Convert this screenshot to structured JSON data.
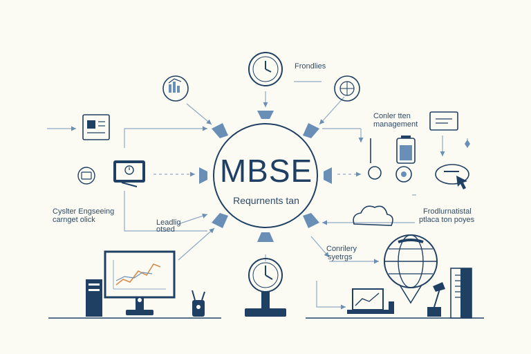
{
  "hub": {
    "title": "MBSE",
    "subtitle": "Requrnents tan"
  },
  "labels": {
    "top_right": "Frondlies",
    "config_line1": "Conler tten",
    "config_line2": "management",
    "cyber_line1": "Cyslter Engseeing",
    "cyber_line2": "carnget olick",
    "leading_line1": "Leadlig",
    "leading_line2": "otsed",
    "prod_line1": "Frodlurnatistal",
    "prod_line2": "ptlaca ton poyes",
    "complex_line1": "Conrilery",
    "complex_line2": "syetrgs"
  },
  "colors": {
    "ink": "#1f3f63",
    "accent": "#6a8fb6",
    "line": "#8fa9c4",
    "background": "#fbfbf4",
    "chart_orange": "#d98a4a"
  },
  "icons": [
    "clock-icon",
    "chart-icon",
    "globe-icon",
    "document-icon",
    "camera-icon",
    "monitor-icon",
    "battery-icon",
    "chat-bubble-icon",
    "mouse-cursor-icon",
    "cloud-icon",
    "globe-balloon-icon",
    "stopwatch-icon",
    "server-icon",
    "desk-lamp-icon",
    "laptop-icon",
    "pen-holder-icon",
    "computer-icon"
  ]
}
